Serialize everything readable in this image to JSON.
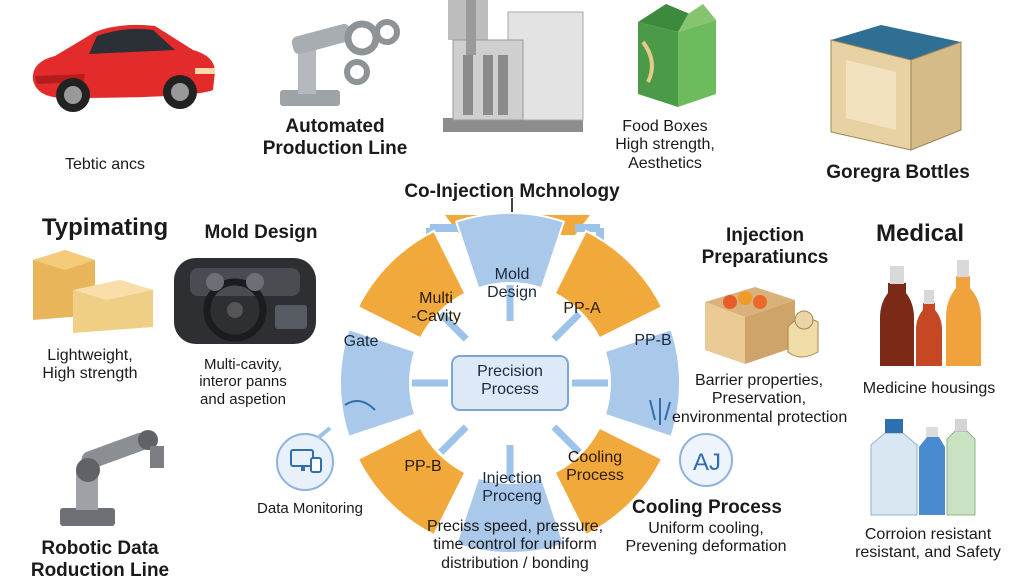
{
  "center_title": "Co-Injection Mchnology",
  "hub": {
    "label_lines": [
      "Precision",
      "Process"
    ]
  },
  "segments": [
    {
      "lines": [
        "Mold",
        "Design"
      ]
    },
    {
      "lines": [
        "PP-A"
      ]
    },
    {
      "lines": [
        "PP-B"
      ]
    },
    {
      "lines": [
        "Cooling",
        "Process"
      ]
    },
    {
      "lines": [
        "Injection",
        "Proceng"
      ]
    },
    {
      "lines": [
        "PP-B"
      ]
    },
    {
      "lines": [
        "Gate"
      ]
    },
    {
      "lines": [
        "Multi",
        "-Cavity"
      ]
    }
  ],
  "left_column": {
    "top_caption": "Tebtic ancs",
    "heading": "Typimating",
    "caption_lines": [
      "Lightweight,",
      "High strength"
    ],
    "bottom_heading_lines": [
      "Robotic Data",
      "Roduction Line"
    ]
  },
  "automated_line": {
    "title_lines": [
      "Automated",
      "Production Line"
    ]
  },
  "food_boxes": {
    "caption_lines": [
      "Food Boxes",
      "High strength,",
      "Aesthetics"
    ]
  },
  "goregra": {
    "title": "Goregra Bottles"
  },
  "mold_design": {
    "title": "Mold Design",
    "caption_lines": [
      "Multi-cavity,",
      "interor panns",
      "and aspetion"
    ]
  },
  "data_monitoring": {
    "title": "Data Monitoring"
  },
  "bottom_note": {
    "lines": [
      "Preciss speed, pressure,",
      "time control for uniform",
      "distribution / bonding"
    ]
  },
  "injection_prep": {
    "title_lines": [
      "Injection",
      "Preparatiuncs"
    ],
    "caption_lines": [
      "Barrier properties,",
      "Preservation,",
      "environmental protection"
    ]
  },
  "cooling": {
    "title": "Cooling Process",
    "caption_lines": [
      "Uniform cooling,",
      "Prevening deformation"
    ]
  },
  "medical": {
    "title": "Medical",
    "caption_1": "Medicine housings",
    "caption_2_lines": [
      "Corroion resistant",
      "resistant, and Safety"
    ]
  },
  "colors": {
    "blue": "#a9c8ea",
    "orange": "#f2a93b",
    "hub_fill": "#dde9f7",
    "arrow_blue": "#9dc3ea"
  },
  "icon_names": [
    "sports-car",
    "robot-arm-parts",
    "injection-machine",
    "green-box",
    "open-box",
    "food-boxes",
    "car-dashboard",
    "beverage-bottles",
    "robotic-arm",
    "water-bottles",
    "monitor-icon",
    "aj-icon"
  ]
}
